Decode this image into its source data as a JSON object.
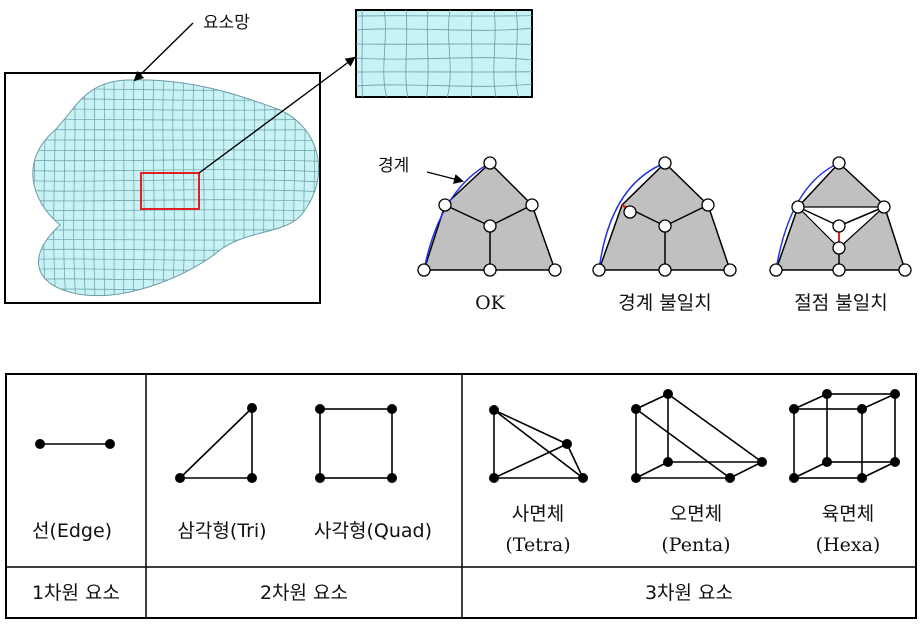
{
  "mesh_figure": {
    "callout_label": "요소망",
    "boundary_label": "경계",
    "colors": {
      "mesh_fill": "#c8f3f5",
      "mesh_line": "#6b9aa6",
      "highlight": "#e02020",
      "boundary": "#2233dd",
      "element_fill": "#c0c0c0"
    }
  },
  "triangles": [
    {
      "id": "ok",
      "caption": "OK"
    },
    {
      "id": "boundary-mismatch",
      "caption": "경계 불일치"
    },
    {
      "id": "node-mismatch",
      "caption": "절점 불일치"
    }
  ],
  "element_table": {
    "items": [
      {
        "id": "edge",
        "label": "선(Edge)",
        "icon": "line-element-icon"
      },
      {
        "id": "tri",
        "label": "삼각형(Tri)",
        "icon": "triangle-element-icon"
      },
      {
        "id": "quad",
        "label": "사각형(Quad)",
        "icon": "quad-element-icon"
      },
      {
        "id": "tetra",
        "label_line1": "사면체",
        "label_line2": "(Tetra)",
        "icon": "tetra-element-icon"
      },
      {
        "id": "penta",
        "label_line1": "오면체",
        "label_line2": "(Penta)",
        "icon": "penta-element-icon"
      },
      {
        "id": "hexa",
        "label_line1": "육면체",
        "label_line2": "(Hexa)",
        "icon": "hexa-element-icon"
      }
    ],
    "categories": [
      {
        "id": "1d",
        "label": "1차원 요소"
      },
      {
        "id": "2d",
        "label": "2차원 요소"
      },
      {
        "id": "3d",
        "label": "3차원 요소"
      }
    ]
  }
}
